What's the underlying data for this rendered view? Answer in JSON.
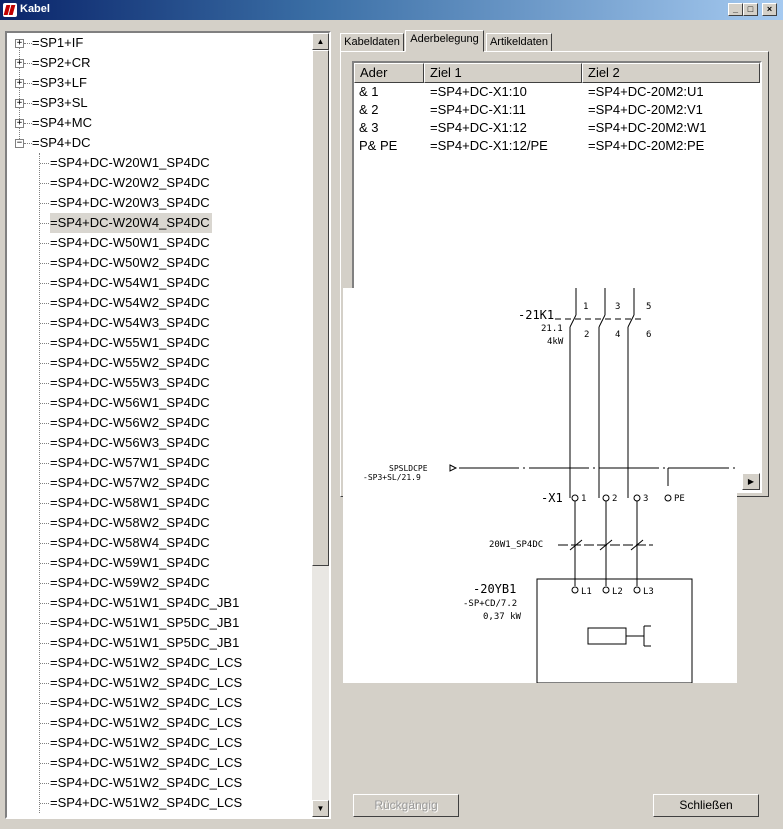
{
  "window": {
    "title": "Kabel",
    "buttons": {
      "minimize": "_",
      "maximize": "□",
      "close": "×"
    }
  },
  "tree": {
    "top_nodes": [
      "=SP1+IF",
      "=SP2+CR",
      "=SP3+LF",
      "=SP3+SL",
      "=SP4+MC",
      "=SP4+DC"
    ],
    "expanded_index": 5,
    "children": [
      "=SP4+DC-W20W1_SP4DC",
      "=SP4+DC-W20W2_SP4DC",
      "=SP4+DC-W20W3_SP4DC",
      "=SP4+DC-W20W4_SP4DC",
      "=SP4+DC-W50W1_SP4DC",
      "=SP4+DC-W50W2_SP4DC",
      "=SP4+DC-W54W1_SP4DC",
      "=SP4+DC-W54W2_SP4DC",
      "=SP4+DC-W54W3_SP4DC",
      "=SP4+DC-W55W1_SP4DC",
      "=SP4+DC-W55W2_SP4DC",
      "=SP4+DC-W55W3_SP4DC",
      "=SP4+DC-W56W1_SP4DC",
      "=SP4+DC-W56W2_SP4DC",
      "=SP4+DC-W56W3_SP4DC",
      "=SP4+DC-W57W1_SP4DC",
      "=SP4+DC-W57W2_SP4DC",
      "=SP4+DC-W58W1_SP4DC",
      "=SP4+DC-W58W2_SP4DC",
      "=SP4+DC-W58W4_SP4DC",
      "=SP4+DC-W59W1_SP4DC",
      "=SP4+DC-W59W2_SP4DC",
      "=SP4+DC-W51W1_SP4DC_JB1",
      "=SP4+DC-W51W1_SP5DC_JB1",
      "=SP4+DC-W51W1_SP5DC_JB1",
      "=SP4+DC-W51W2_SP4DC_LCS",
      "=SP4+DC-W51W2_SP4DC_LCS",
      "=SP4+DC-W51W2_SP4DC_LCS",
      "=SP4+DC-W51W2_SP4DC_LCS",
      "=SP4+DC-W51W2_SP4DC_LCS",
      "=SP4+DC-W51W2_SP4DC_LCS",
      "=SP4+DC-W51W2_SP4DC_LCS",
      "=SP4+DC-W51W2_SP4DC_LCS"
    ],
    "selected_child_index": 3,
    "scroll_up": "▲",
    "scroll_down": "▼"
  },
  "tabs": {
    "items": [
      "Kabeldaten",
      "Aderbelegung",
      "Artikeldaten"
    ],
    "active_index": 1
  },
  "table": {
    "columns": [
      "Ader",
      "Ziel 1",
      "Ziel 2"
    ],
    "rows": [
      [
        "& 1",
        "=SP4+DC-X1:10",
        "=SP4+DC-20M2:U1"
      ],
      [
        "& 2",
        "=SP4+DC-X1:11",
        "=SP4+DC-20M2:V1"
      ],
      [
        "& 3",
        "=SP4+DC-X1:12",
        "=SP4+DC-20M2:W1"
      ],
      [
        "P& PE",
        "=SP4+DC-X1:12/PE",
        "=SP4+DC-20M2:PE"
      ]
    ],
    "scroll_right": "▶"
  },
  "schematic": {
    "contactor": {
      "tag": "-21K1",
      "ref": "21.1",
      "power": "4kW",
      "top_terminals": [
        "1",
        "3",
        "5"
      ],
      "bottom_terminals": [
        "2",
        "4",
        "6"
      ]
    },
    "pe_line": {
      "label": "SPSLDCPE",
      "ref": "-SP3+SL/21.9"
    },
    "terminal": {
      "tag": "-X1",
      "pins": [
        "1",
        "2",
        "3",
        "PE"
      ]
    },
    "cable": {
      "label": "20W1_SP4DC"
    },
    "motor": {
      "tag": "-20YB1",
      "ref": "-SP+CD/7.2",
      "power": "0,37 kW",
      "pins": [
        "L1",
        "L2",
        "L3"
      ]
    }
  },
  "buttons": {
    "undo": "Rückgängig",
    "close": "Schließen"
  }
}
